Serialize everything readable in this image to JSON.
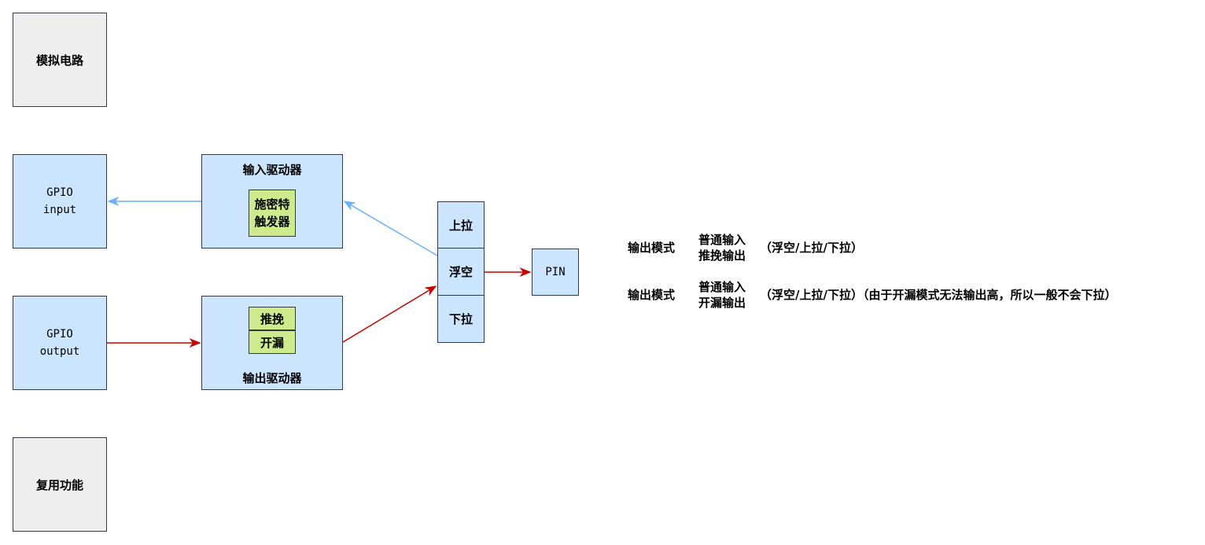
{
  "blocks": {
    "analog": "模拟电路",
    "gpio_input": "GPIO\ninput",
    "gpio_output": "GPIO\noutput",
    "alt_function": "复用功能",
    "input_driver": {
      "title": "输入驱动器",
      "schmitt": "施密特\n触发器"
    },
    "output_driver": {
      "title": "输出驱动器",
      "push_pull": "推挽",
      "open_drain": "开漏"
    },
    "resistors": {
      "pull_up": "上拉",
      "floating": "浮空",
      "pull_down": "下拉"
    },
    "pin": "PIN"
  },
  "notes": [
    {
      "label": "输出模式",
      "line1": "普通输入",
      "line2": "推挽输出",
      "suffix": "（浮空/上拉/下拉）"
    },
    {
      "label": "输出模式",
      "line1": "普通输入",
      "line2": "开漏输出",
      "suffix": "（浮空/上拉/下拉）（由于开漏模式无法输出高，所以一般不会下拉）"
    }
  ],
  "colors": {
    "input_path": "#66b2ff",
    "output_path": "#cc0000"
  }
}
